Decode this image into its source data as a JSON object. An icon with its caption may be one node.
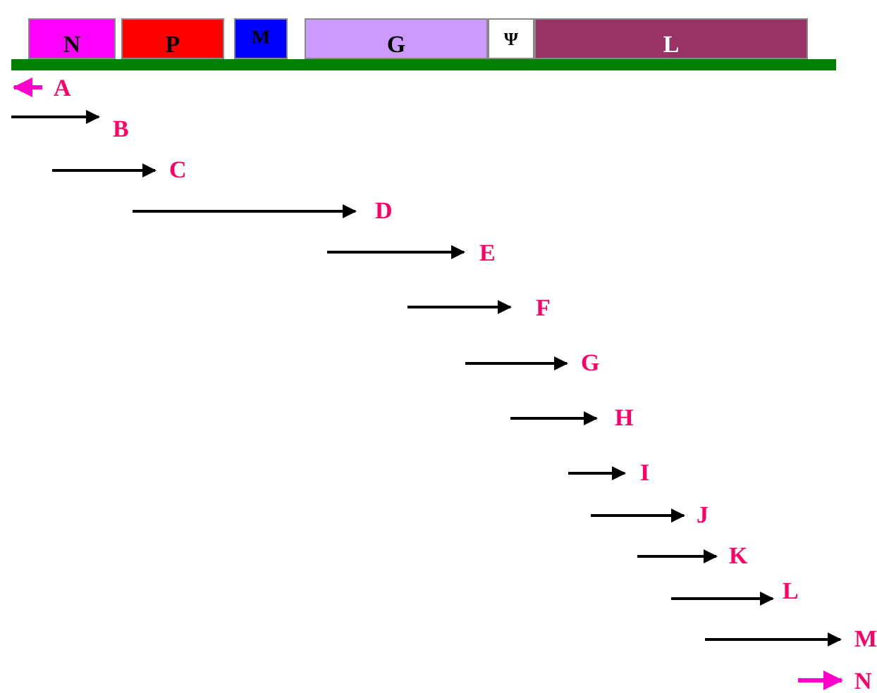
{
  "diagram": {
    "nodes": [
      {
        "text": [
          "N"
        ]
      },
      {
        "text": [
          "P"
        ]
      },
      {
        "text": [
          "M"
        ]
      },
      {
        "text": [
          "G"
        ]
      },
      {
        "text": [
          "Ψ"
        ]
      },
      {
        "text": [
          "L"
        ]
      }
    ],
    "labels": [
      "A",
      "B",
      "C",
      "D",
      "E",
      "F",
      "G",
      "H",
      "I",
      "J",
      "K",
      "L",
      "M",
      "N"
    ]
  }
}
